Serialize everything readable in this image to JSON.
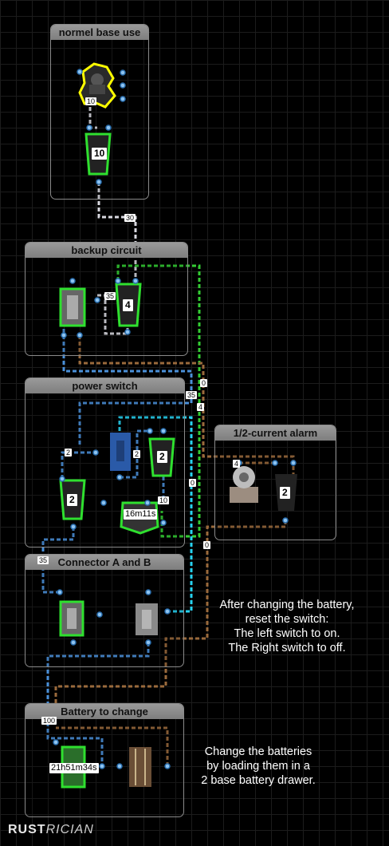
{
  "groups": {
    "normal_base_use": "normel base use",
    "backup_circuit": "backup circuit",
    "power_switch": "power switch",
    "half_current_alarm": "1/2-current alarm",
    "connector_ab": "Connector A and B",
    "battery_to_change": "Battery to change"
  },
  "device_values": {
    "normal_branch": "10",
    "backup_branch": "4",
    "power_left_branch": "2",
    "power_right_branch": "2",
    "timer": "16m11s",
    "alarm_branch": "2",
    "battery_time": "21h51m34s"
  },
  "wire_labels": {
    "w10_top": "10",
    "w30": "30",
    "w35": "35",
    "w35b": "35",
    "w0a": "0",
    "w4": "4",
    "w2a": "2",
    "w2b": "2",
    "w10b": "10",
    "w0b": "0",
    "w0c": "0",
    "w35c": "35",
    "w100": "100",
    "w4b": "4"
  },
  "notes": {
    "switch_note": [
      "After changing the battery,",
      "reset the switch:",
      "The left switch to on.",
      "The Right switch to off."
    ],
    "battery_note": [
      "Change the batteries",
      "by loading them in a",
      "2 base battery drawer."
    ]
  },
  "logo": {
    "bold": "RUST",
    "thin": "RICIAN"
  },
  "colors": {
    "wire_white": "#d9d9e0",
    "wire_blue": "#4a90d9",
    "wire_brown": "#9a6a3c",
    "wire_cyan": "#27d3f2",
    "wire_green": "#33cc33",
    "highlight_green": "#2fe02f",
    "highlight_yellow": "#ffff00"
  }
}
